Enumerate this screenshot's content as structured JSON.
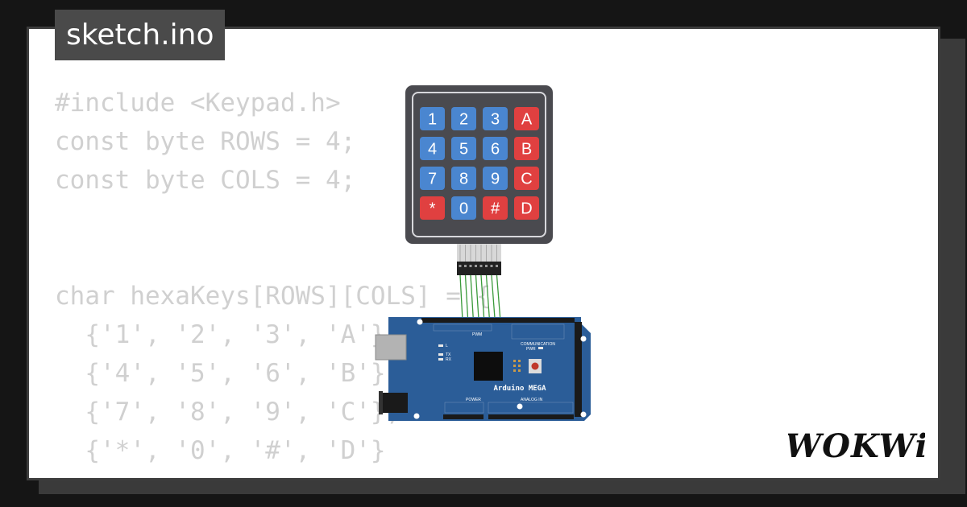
{
  "filename": "sketch.ino",
  "code_lines": [
    "#include <Keypad.h>",
    "const byte ROWS = 4;",
    "const byte COLS = 4;",
    "",
    "",
    "char hexaKeys[ROWS][COLS] = {",
    "  {'1', '2', '3', 'A'},",
    "  {'4', '5', '6', 'B'},",
    "  {'7', '8', '9', 'C'},",
    "  {'*', '0', '#', 'D'}",
    "};"
  ],
  "keypad": {
    "keys": [
      [
        "1",
        "2",
        "3",
        "A"
      ],
      [
        "4",
        "5",
        "6",
        "B"
      ],
      [
        "7",
        "8",
        "9",
        "C"
      ],
      [
        "*",
        "0",
        "#",
        "D"
      ]
    ],
    "colors": {
      "number_key": "#4a86d0",
      "letter_key": "#e04040",
      "body": "#4a4a4f"
    }
  },
  "board": {
    "name": "Arduino MEGA",
    "color": "#2b5d98",
    "labels": {
      "pwm": "PWM",
      "communication": "COMMUNICATION",
      "power": "POWER",
      "analog_in": "ANALOG IN",
      "led_l": "L",
      "led_tx": "TX",
      "led_rx": "RX",
      "pwr": "PWR"
    }
  },
  "wire_color": "#3a9a3a",
  "brand": "WOKWi"
}
